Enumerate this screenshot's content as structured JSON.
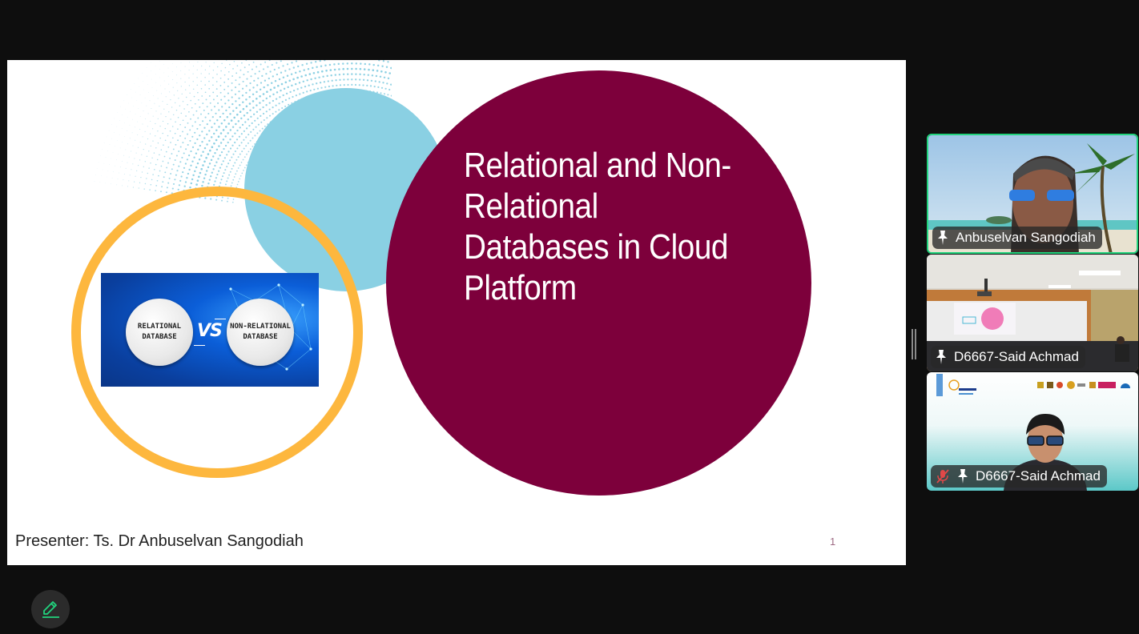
{
  "slide": {
    "title": "Relational and Non-Relational Databases in Cloud Platform",
    "image": {
      "left_label_line1": "RELATIONAL",
      "left_label_line2": "DATABASE",
      "vs": "VS",
      "right_label_line1": "NON-RELATIONAL",
      "right_label_line2": "DATABASE"
    },
    "presenter": "Presenter: Ts. Dr Anbuselvan Sangodiah",
    "page_number": "1",
    "colors": {
      "maroon": "#7d003b",
      "blue": "#8ad0e3",
      "orange": "#fdb73e"
    }
  },
  "participants": [
    {
      "name": "Anbuselvan Sangodiah",
      "pinned": true,
      "muted": false,
      "active_speaker": true
    },
    {
      "name": "D6667-Said Achmad",
      "pinned": true,
      "muted": false,
      "active_speaker": false
    },
    {
      "name": "D6667-Said Achmad",
      "pinned": true,
      "muted": true,
      "active_speaker": false
    }
  ],
  "controls": {
    "annotate_icon": "pencil-icon",
    "accent_color": "#21d37d"
  }
}
